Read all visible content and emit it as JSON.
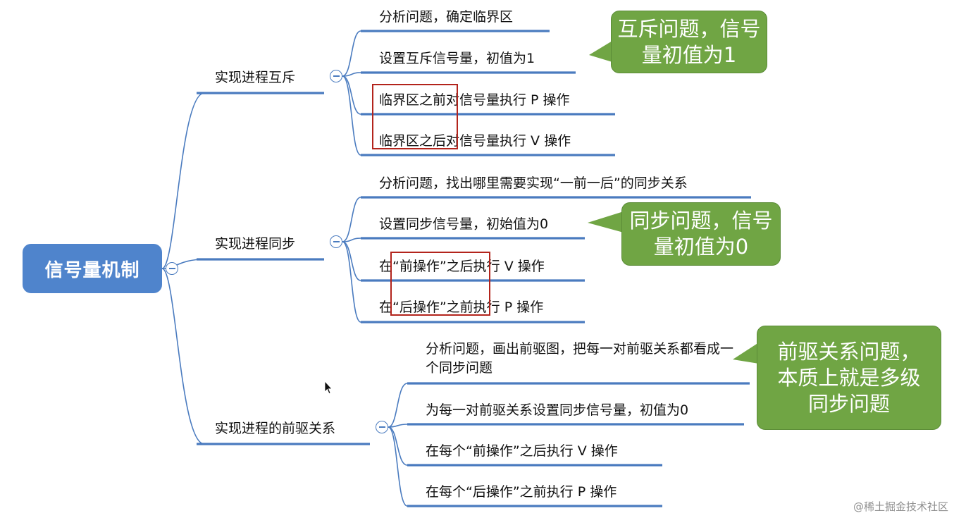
{
  "root": {
    "label": "信号量机制"
  },
  "branches": [
    {
      "label": "实现进程互斥",
      "items": [
        "分析问题，确定临界区",
        "设置互斥信号量，初值为1",
        "临界区之前对信号量执行 P 操作",
        "临界区之后对信号量执行 V 操作"
      ],
      "callout": "互斥问题，信号量初值为1"
    },
    {
      "label": "实现进程同步",
      "items": [
        "分析问题，找出哪里需要实现“一前一后”的同步关系",
        "设置同步信号量，初始值为0",
        "在“前操作”之后执行 V 操作",
        "在“后操作”之前执行 P 操作"
      ],
      "callout": "同步问题，信号量初值为0"
    },
    {
      "label": "实现进程的前驱关系",
      "items": [
        "分析问题，画出前驱图，把每一对前驱关系都看成一个同步问题",
        "为每一对前驱关系设置同步信号量，初值为0",
        "在每个“前操作”之后执行 V 操作",
        "在每个“后操作”之前执行 P 操作"
      ],
      "callout": "前驱关系问题，本质上就是多级同步问题"
    }
  ],
  "watermark": "@稀土掘金技术社区",
  "colors": {
    "root_fill": "#4f84cc",
    "connector": "#4a7bbf",
    "callout_fill": "#70a544",
    "highlight_box": "#b3241c"
  }
}
